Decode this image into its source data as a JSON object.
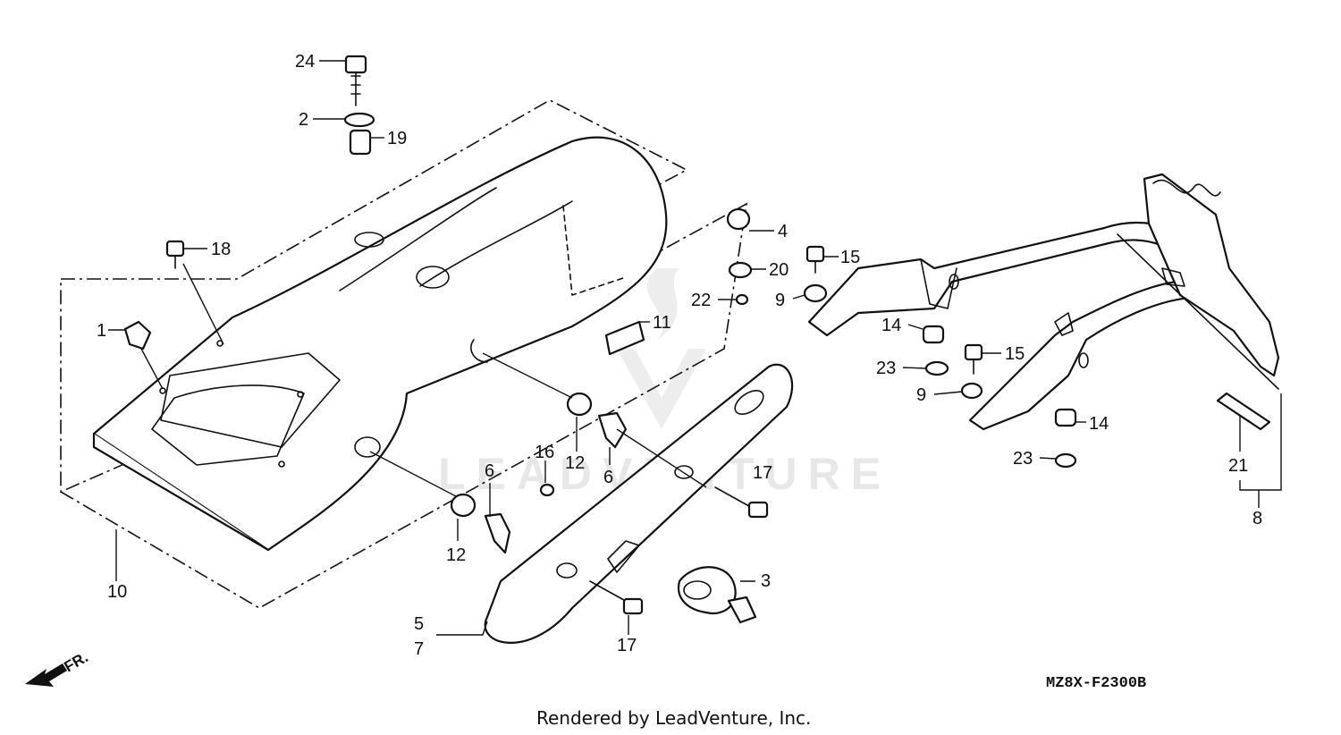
{
  "diagram_code": "MZ8X-F2300B",
  "footer_text": "Rendered by LeadVenture, Inc.",
  "watermark_text": "LEADVENTURE",
  "direction_label": "FR.",
  "callouts": [
    {
      "id": "c24",
      "text": "24"
    },
    {
      "id": "c2",
      "text": "2"
    },
    {
      "id": "c19",
      "text": "19"
    },
    {
      "id": "c18",
      "text": "18"
    },
    {
      "id": "c1",
      "text": "1"
    },
    {
      "id": "c10",
      "text": "10"
    },
    {
      "id": "c4",
      "text": "4"
    },
    {
      "id": "c20",
      "text": "20"
    },
    {
      "id": "c22",
      "text": "22"
    },
    {
      "id": "c11",
      "text": "11"
    },
    {
      "id": "c15a",
      "text": "15"
    },
    {
      "id": "c9a",
      "text": "9"
    },
    {
      "id": "c14a",
      "text": "14"
    },
    {
      "id": "c23a",
      "text": "23"
    },
    {
      "id": "c15b",
      "text": "15"
    },
    {
      "id": "c9b",
      "text": "9"
    },
    {
      "id": "c14b",
      "text": "14"
    },
    {
      "id": "c23b",
      "text": "23"
    },
    {
      "id": "c21",
      "text": "21"
    },
    {
      "id": "c8",
      "text": "8"
    },
    {
      "id": "c12a",
      "text": "12"
    },
    {
      "id": "c6a",
      "text": "6"
    },
    {
      "id": "c16",
      "text": "16"
    },
    {
      "id": "c6b",
      "text": "6"
    },
    {
      "id": "c12b",
      "text": "12"
    },
    {
      "id": "c17a",
      "text": "17"
    },
    {
      "id": "c3",
      "text": "3"
    },
    {
      "id": "c17b",
      "text": "17"
    },
    {
      "id": "c5",
      "text": "5"
    },
    {
      "id": "c7",
      "text": "7"
    }
  ]
}
